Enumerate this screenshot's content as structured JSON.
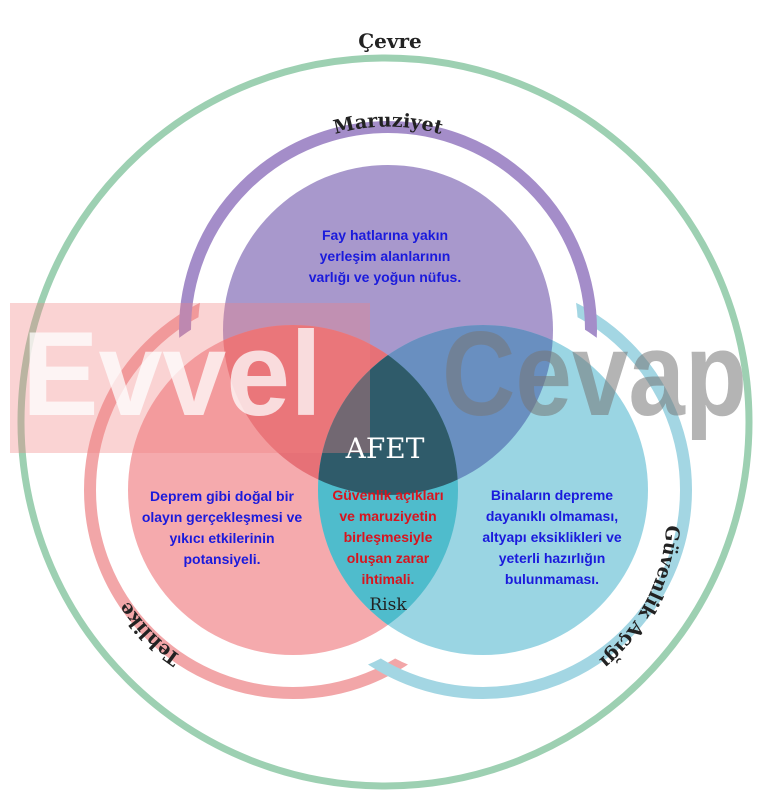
{
  "outer_label": "Çevre",
  "circles": {
    "exposure": {
      "label": "Maruziyet",
      "text": [
        "Fay hatlarına yakın",
        "yerleşim alanlarının",
        "varlığı ve yoğun nüfus."
      ],
      "color": "#9b86c2"
    },
    "hazard": {
      "label": "Tehlike",
      "text": [
        "Deprem gibi doğal bir",
        "olayın gerçekleşmesi ve",
        "yıkıcı etkilerinin",
        "potansiyeli."
      ],
      "color": "#f08a8a"
    },
    "vulnerability": {
      "label": "Güvenlik Açığı",
      "text": [
        "Binaların depreme",
        "dayanıklı olmaması,",
        "altyapı eksiklikleri ve",
        "yeterli hazırlığın",
        "bulunmaması."
      ],
      "color": "#6cc3d6"
    }
  },
  "center_label": "AFET",
  "risk": {
    "label": "Risk",
    "text": [
      "Güvenlik açıkları",
      "ve maruziyetin",
      "birleşmesiyle",
      "oluşan zarar",
      "ihtimali."
    ]
  },
  "watermark": {
    "left": "Evvel",
    "right": "Cevap"
  }
}
